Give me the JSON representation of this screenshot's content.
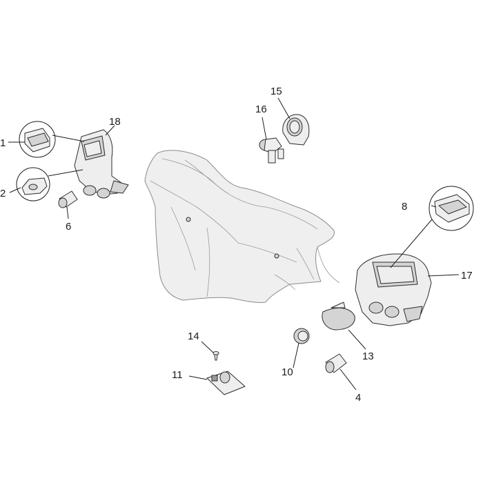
{
  "diagram": {
    "callouts": [
      {
        "id": "1",
        "label": "1"
      },
      {
        "id": "2",
        "label": "2"
      },
      {
        "id": "4",
        "label": "4"
      },
      {
        "id": "6",
        "label": "6"
      },
      {
        "id": "8",
        "label": "8"
      },
      {
        "id": "10",
        "label": "10"
      },
      {
        "id": "11",
        "label": "11"
      },
      {
        "id": "13",
        "label": "13"
      },
      {
        "id": "14",
        "label": "14"
      },
      {
        "id": "15",
        "label": "15"
      },
      {
        "id": "16",
        "label": "16"
      },
      {
        "id": "17",
        "label": "17"
      },
      {
        "id": "18",
        "label": "18"
      }
    ]
  }
}
